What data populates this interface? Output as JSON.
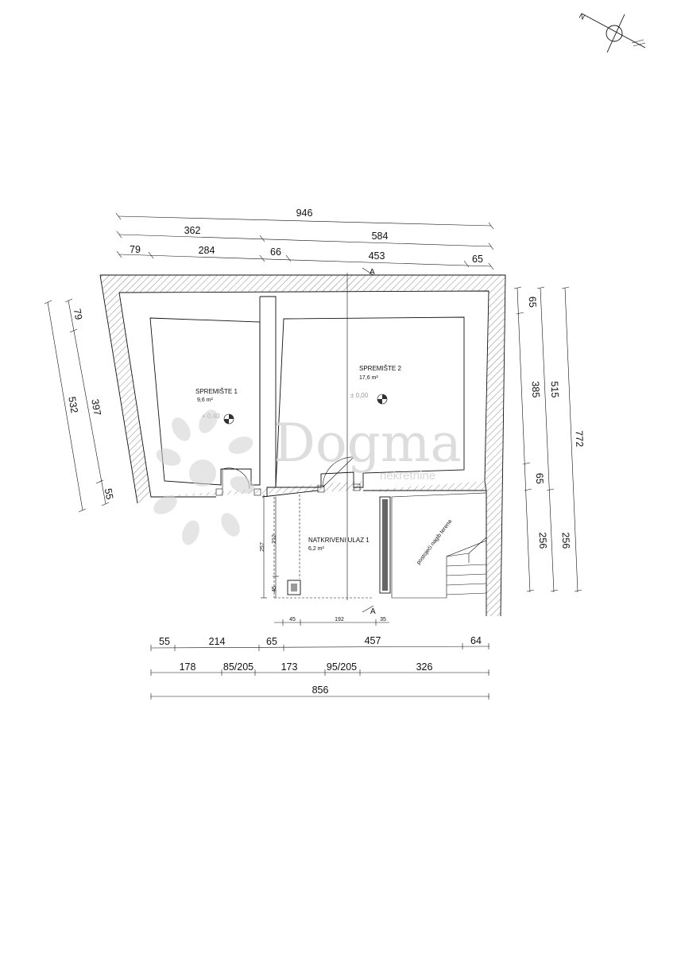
{
  "north_label": "N",
  "dimensions": {
    "top_total": "946",
    "top_row2": [
      "362",
      "584"
    ],
    "top_row3": [
      "79",
      "284",
      "66",
      "453",
      "65"
    ],
    "left_outer": "532",
    "left_inner": [
      "79",
      "397",
      "55"
    ],
    "right_inner": [
      "65",
      "385",
      "65",
      "256"
    ],
    "right_mid": [
      "515",
      "256"
    ],
    "right_outer": "772",
    "bottom_row1": [
      "55",
      "214",
      "65",
      "457",
      "64"
    ],
    "bottom_row2": [
      "178",
      "85/205",
      "173",
      "95/205",
      "326"
    ],
    "bottom_total": "856",
    "entrance_vertical": [
      "257",
      "212",
      "45"
    ],
    "entrance_horizontal": [
      "45",
      "192",
      "35"
    ]
  },
  "rooms": [
    {
      "name": "SPREMIŠTE 1",
      "area": "9,6 m²",
      "level": "+ 0,40"
    },
    {
      "name": "SPREMIŠTE 2",
      "area": "17,6 m²",
      "level": "± 0,00"
    },
    {
      "name": "NATKRIVENI ULAZ 1",
      "area": "6,2 m²"
    }
  ],
  "section_marker": "A",
  "terrain_note": "postojeći nagib terena",
  "watermark": {
    "brand": "Dogma",
    "sub": "nekretnine"
  }
}
